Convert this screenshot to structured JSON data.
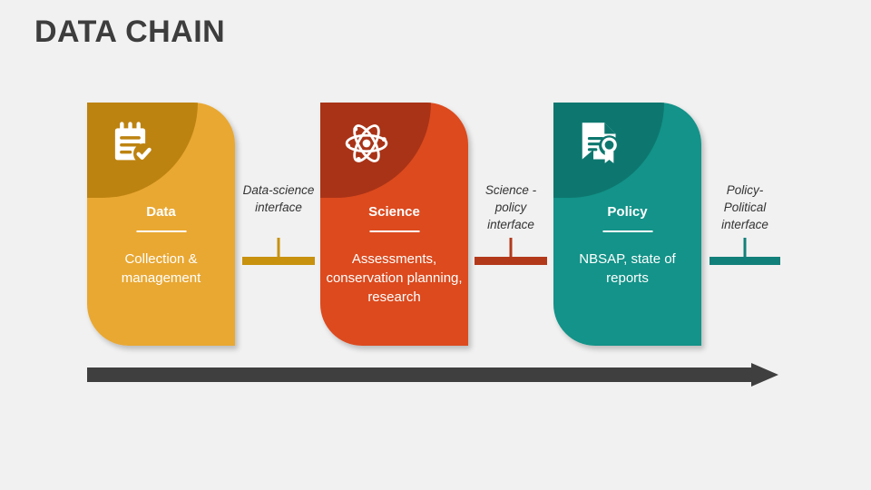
{
  "page": {
    "title": "DATA CHAIN",
    "background_color": "#f1f1f1",
    "title_color": "#3d3d3d"
  },
  "cards": [
    {
      "id": "data",
      "title": "Data",
      "body": "Collection & management",
      "icon": "notepad-check-icon",
      "color": "#e9a832",
      "accent_color": "#bd8310"
    },
    {
      "id": "science",
      "title": "Science",
      "body": "Assessments, conservation planning, research",
      "icon": "atom-icon",
      "color": "#dc4a1e",
      "accent_color": "#a93317"
    },
    {
      "id": "policy",
      "title": "Policy",
      "body": "NBSAP, state of reports",
      "icon": "certificate-document-icon",
      "color": "#139389",
      "accent_color": "#0d776f"
    }
  ],
  "connectors": [
    {
      "id": "data-science",
      "label": "Data-science interface",
      "color": "#c8920f"
    },
    {
      "id": "science-policy",
      "label": "Science - policy interface",
      "color": "#b3391b"
    },
    {
      "id": "policy-political",
      "label": "Policy-Political interface",
      "color": "#12807a"
    }
  ],
  "flow_arrow": {
    "name": "progress-arrow",
    "color": "#3f3f3f",
    "direction": "right"
  }
}
